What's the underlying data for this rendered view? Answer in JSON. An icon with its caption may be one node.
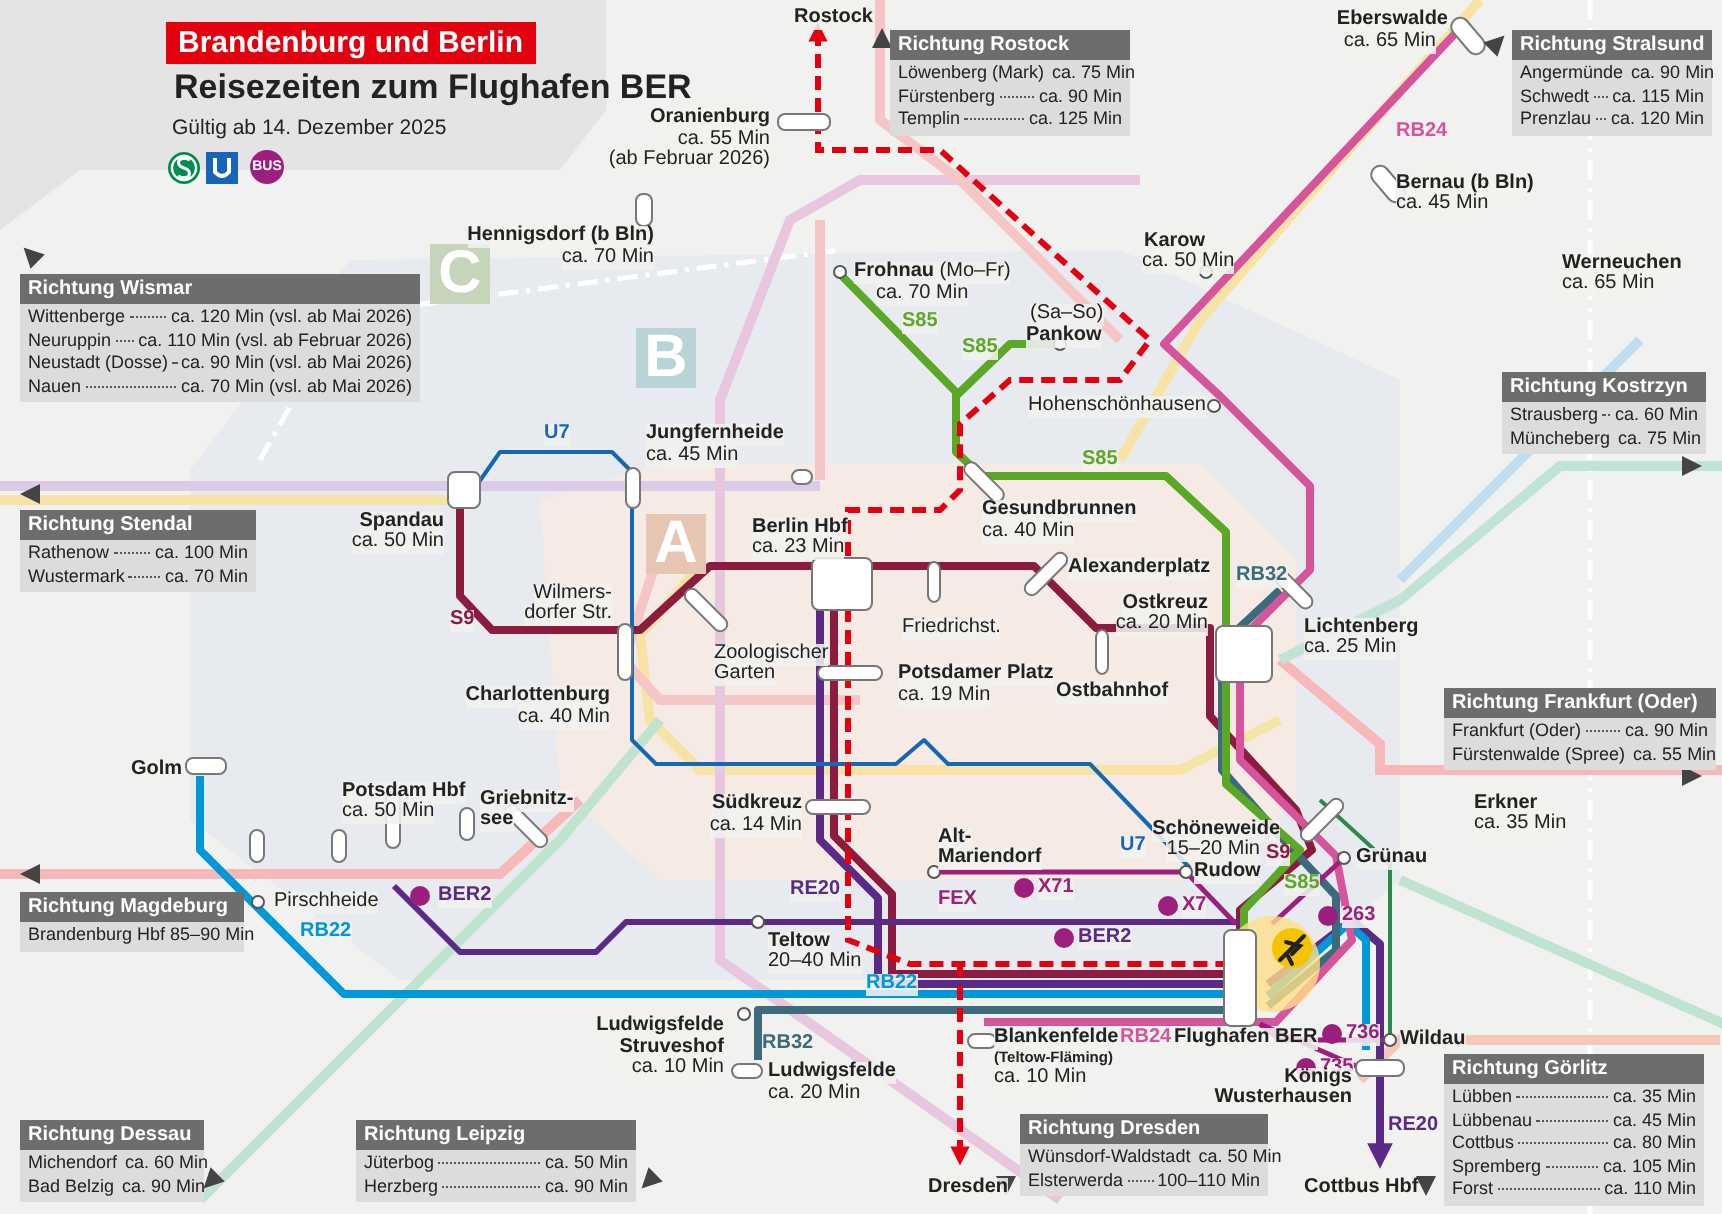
{
  "diagram": {
    "title": "Brandenburg und Berlin",
    "nodes": [
      {
        "text": [
          "Richtung Wismar",
          "Wittenberge",
          "ca. 120 Min (vsl. ab Mai 2026)",
          "Neuruppin",
          "ca. 110 Min (vsl. ab Februar 2026)",
          "Neustadt (Dosse)",
          "ca. 90 Min (vsl. ab Mai 2026)",
          "Nauen",
          "ca. 70 Min (vsl. ab Mai 2026)"
        ]
      },
      {
        "text": [
          "Richtung Rostock",
          "Löwenberg (Mark)",
          "ca. 75 Min",
          "Fürstenberg",
          "ca. 90 Min",
          "Templin",
          "ca. 125 Min"
        ]
      },
      {
        "text": [
          "Richtung Stralsund",
          "Angermünde",
          "ca. 90 Min",
          "Schwedt",
          "ca. 115 Min",
          "Prenzlau",
          "ca. 120 Min"
        ]
      },
      {
        "text": [
          "Richtung Kostrzyn",
          "Strausberg",
          "ca. 60 Min",
          "Müncheberg",
          "ca. 75 Min"
        ]
      },
      {
        "text": [
          "Richtung Stendal",
          "Rathenow",
          "ca. 100 Min",
          "Wustermark",
          "ca. 70 Min"
        ]
      },
      {
        "text": [
          "Richtung Frankfurt (Oder)",
          "Frankfurt (Oder)",
          "ca. 90 Min",
          "Fürstenwalde (Spree)",
          "ca. 55 Min"
        ]
      },
      {
        "text": [
          "Richtung Magdeburg",
          "Brandenburg Hbf 85–90 Min"
        ]
      },
      {
        "text": [
          "Richtung Dessau",
          "Michendorf",
          "ca. 60 Min",
          "Bad Belzig",
          "ca. 90 Min"
        ]
      },
      {
        "text": [
          "Richtung Leipzig",
          "Jüterbog",
          "ca. 50 Min",
          "Herzberg",
          "ca. 90 Min"
        ]
      },
      {
        "text": [
          "Richtung Dresden",
          "Wünsdorf-Waldstadt",
          "ca. 50 Min",
          "Elsterwerda",
          "100–110 Min"
        ]
      },
      {
        "text": [
          "Richtung Görlitz",
          "Lübben",
          "ca. 35 Min",
          "Lübbenau",
          "ca. 45 Min",
          "Cottbus",
          "ca. 80 Min",
          "Spremberg",
          "ca. 105 Min",
          "Forst",
          "ca. 110 Min"
        ]
      }
    ],
    "labels": [
      "Reisezeiten zum Flughafen BER",
      "Gültig ab 14. Dezember 2025",
      "BUS",
      "C",
      "B",
      "A",
      "Rostock",
      "Oranienburg",
      "ca. 55 Min",
      "(ab Februar 2026)",
      "Hennigsdorf (b Bln)",
      "ca. 70 Min",
      "**Frohnau** (Mo–Fr)",
      "ca. 70 Min",
      "S85",
      "(Sa–So)",
      "Pankow",
      "S85",
      "Karow",
      "ca. 50 Min",
      "Eberswalde",
      "ca. 65 Min",
      "RB24",
      "Bernau (b Bln)",
      "ca. 45 Min",
      "Werneuchen",
      "ca. 65 Min",
      "Hohenschönhausen",
      "S85",
      "Gesundbrunnen",
      "ca. 40 Min",
      "U7",
      "Jungfernheide",
      "ca. 45 Min",
      "Spandau",
      "ca. 50 Min",
      "Berlin Hbf",
      "ca. 23 Min",
      "Alexanderplatz",
      "RB32",
      "Ostkreuz",
      "ca. 20 Min",
      "Lichtenberg",
      "ca. 25 Min",
      "S9",
      "Wilmers-",
      "dorfer Str.",
      "Zoologischer",
      "Garten",
      "Friedrichst.",
      "Potsdamer Platz",
      "ca. 19 Min",
      "Ostbahnhof",
      "Charlottenburg",
      "ca. 40 Min",
      "Golm",
      "Potsdam Hbf",
      "ca. 50 Min",
      "Griebnitz-",
      "see",
      "Südkreuz",
      "ca. 14 Min",
      "Erkner",
      "ca. 35 Min",
      "Schöneweide",
      "15–20 Min",
      "Alt-",
      "Mariendorf",
      "U7",
      "S9",
      "Grünau",
      "Rudow",
      "FEX",
      "X71",
      "X7",
      "S85",
      "263",
      "Pirschheide",
      "BER2",
      "RB22",
      "RE20",
      "BER2",
      "Teltow",
      "20–40 Min",
      "RB22",
      "Ludwigsfelde",
      "Struveshof",
      "ca. 10 Min",
      "RB32",
      "Ludwigsfelde",
      "ca. 20 Min",
      "Blankenfelde",
      "(Teltow-Fläming)",
      "ca. 10 Min",
      "RB24",
      "Flughafen BER",
      "736",
      "735",
      "Wildau",
      "Königs",
      "Wusterhausen",
      "RE20",
      "Dresden",
      "Cottbus Hbf"
    ]
  }
}
